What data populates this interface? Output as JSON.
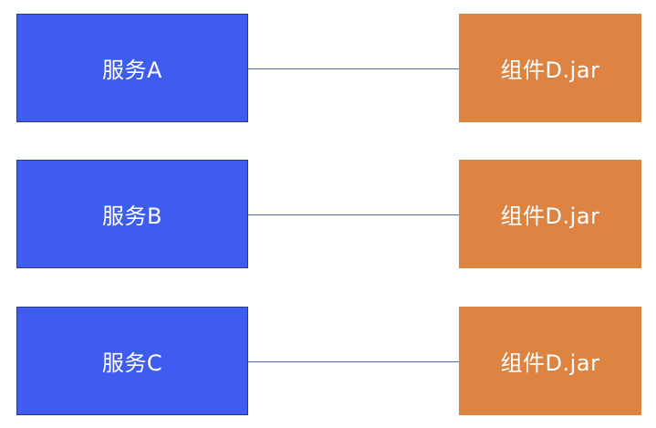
{
  "rows": [
    {
      "service": "服务A",
      "component": "组件D.jar"
    },
    {
      "service": "服务B",
      "component": "组件D.jar"
    },
    {
      "service": "服务C",
      "component": "组件D.jar"
    }
  ],
  "colors": {
    "service_fill": "#3f5cf0",
    "service_border": "#2a3a8c",
    "component_fill": "#dd8443",
    "connector": "#4a6ab0",
    "label": "#ffffff"
  }
}
